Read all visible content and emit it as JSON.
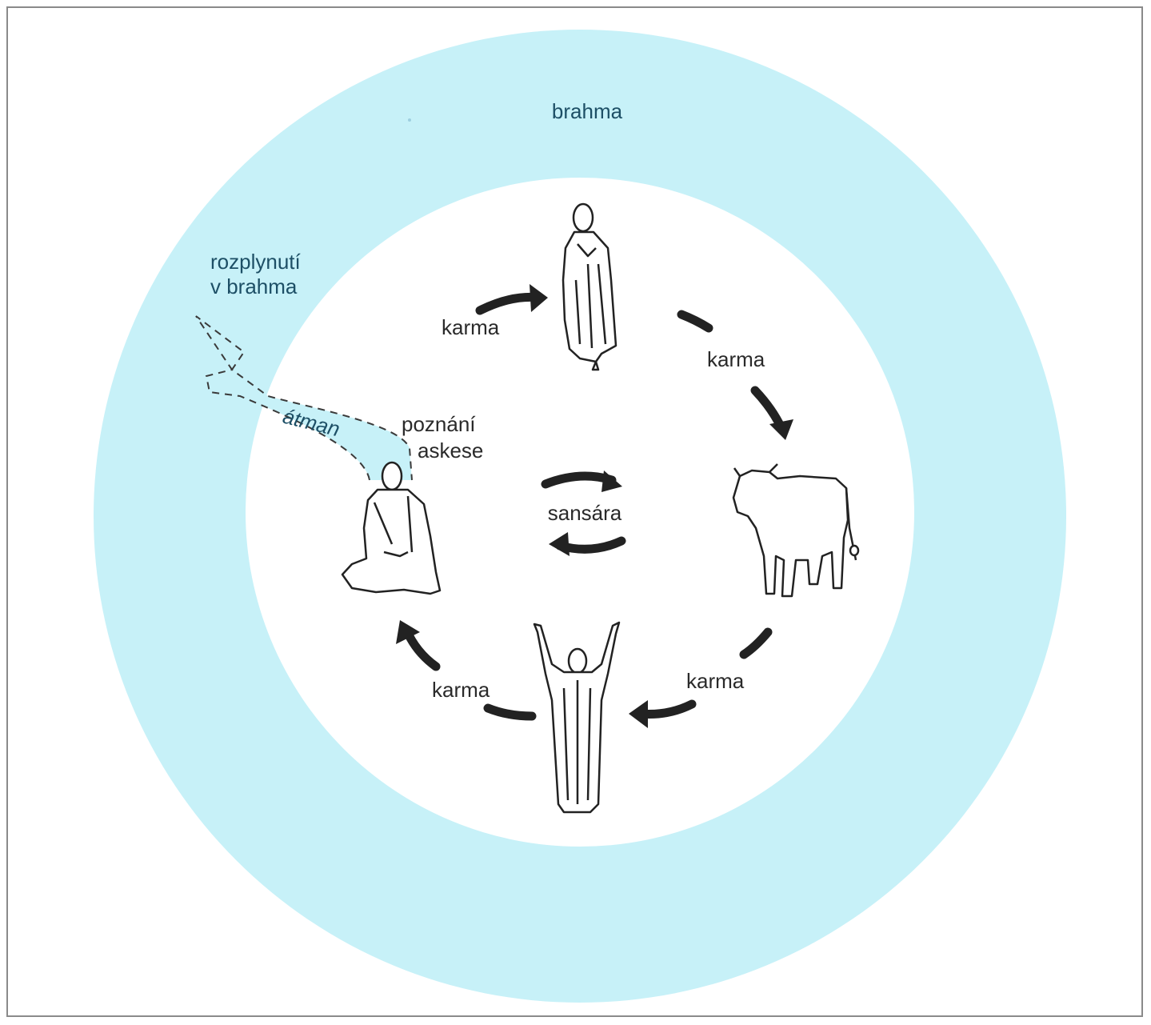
{
  "colors": {
    "brahma_ring": "#c7f1f8",
    "inner_disc": "#ffffff",
    "ink": "#222222",
    "label_blue": "#1d4f66",
    "frame": "#8a8a8a"
  },
  "labels": {
    "brahma": "brahma",
    "dissolution_line1": "rozplynutí",
    "dissolution_line2": "v brahma",
    "atman": "átman",
    "knowledge": "poznání",
    "asceticism": "askese",
    "sansara": "sansára",
    "karma_top_left": "karma",
    "karma_right_top": "karma",
    "karma_right_bottom": "karma",
    "karma_bottom_left": "karma"
  },
  "figures": {
    "standing_monk": "standing-monk-figure",
    "cow": "cow-figure",
    "raised_arms_figure": "raised-arms-figure",
    "meditating_figure": "meditating-figure"
  },
  "icons": {
    "arrow": "curved-arrow-icon",
    "dashed_path": "dashed-atman-path"
  }
}
